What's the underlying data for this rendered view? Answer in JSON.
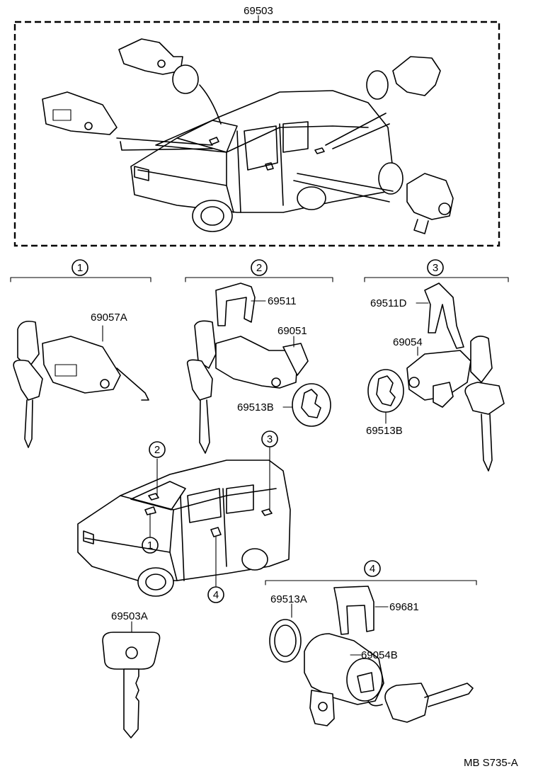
{
  "assembly": {
    "part_number": "69503"
  },
  "groups": [
    {
      "marker": "1",
      "parts": [
        "69057A"
      ]
    },
    {
      "marker": "2",
      "parts": [
        "69511",
        "69051",
        "69513B"
      ]
    },
    {
      "marker": "3",
      "parts": [
        "69511D",
        "69054",
        "69513B"
      ]
    },
    {
      "marker": "4",
      "parts": [
        "69513A",
        "69681",
        "69054B"
      ]
    }
  ],
  "vehicle_callouts": [
    "1",
    "2",
    "3",
    "4"
  ],
  "key": {
    "part_number": "69503A"
  },
  "drawing_code": "MB S735-A"
}
